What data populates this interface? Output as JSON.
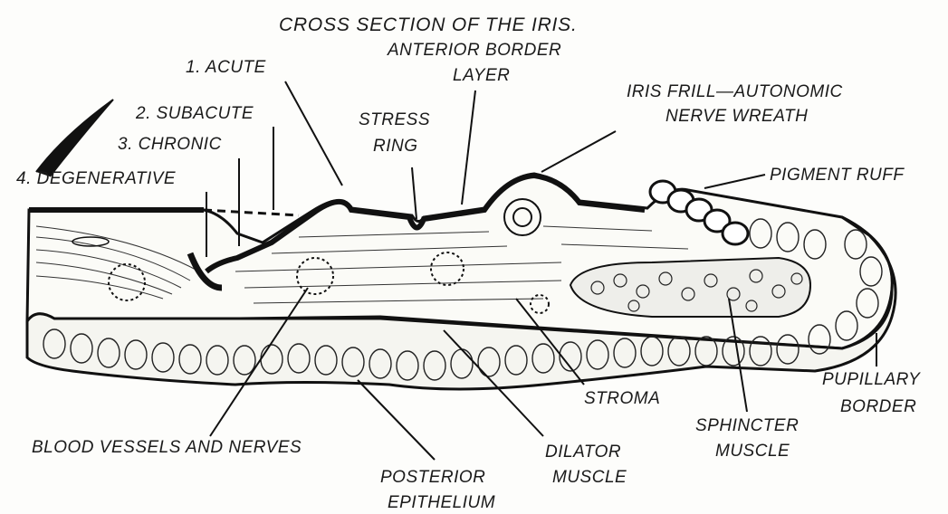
{
  "title": "CROSS SECTION OF THE IRIS.",
  "labels": {
    "acute": "1. ACUTE",
    "subacute": "2. SUBACUTE",
    "chronic": "3. CHRONIC",
    "degenerative": "4. DEGENERATIVE",
    "stress_ring_1": "STRESS",
    "stress_ring_2": "RING",
    "anterior_border_1": "ANTERIOR BORDER",
    "anterior_border_2": "LAYER",
    "iris_frill_1": "IRIS FRILL—AUTONOMIC",
    "iris_frill_2": "NERVE WREATH",
    "pigment_ruff": "PIGMENT RUFF",
    "pupillary_1": "PUPILLARY",
    "pupillary_2": "BORDER",
    "stroma": "STROMA",
    "sphincter_1": "SPHINCTER",
    "sphincter_2": "MUSCLE",
    "dilator_1": "DILATOR",
    "dilator_2": "MUSCLE",
    "posterior_1": "POSTERIOR",
    "posterior_2": "EPITHELIUM",
    "blood_vessels": "BLOOD VESSELS AND NERVES"
  },
  "colors": {
    "ink": "#111111",
    "paper": "#fdfdfb"
  }
}
